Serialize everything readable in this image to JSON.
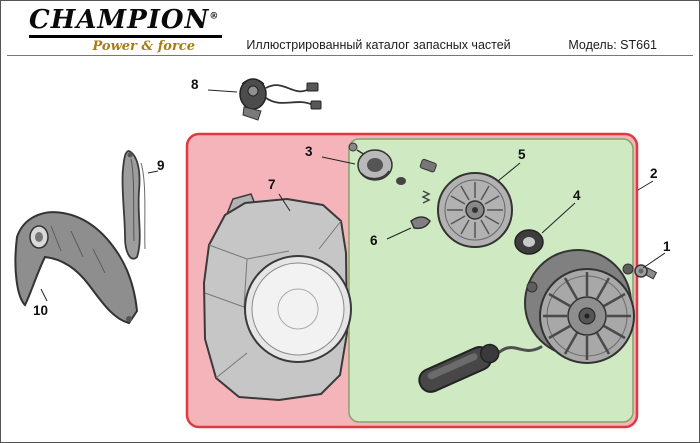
{
  "header": {
    "brand": "CHAMPION",
    "reg_mark": "®",
    "tagline": "Power & force",
    "title": "Иллюстрированный каталог запасных частей",
    "model": "Модель: ST661"
  },
  "diagram": {
    "callouts": [
      "1",
      "2",
      "3",
      "4",
      "5",
      "6",
      "7",
      "8",
      "9",
      "10"
    ],
    "colors": {
      "red_box_fill": "#f4b4b9",
      "red_box_border": "#e03a41",
      "green_box_fill": "#cfe9c2",
      "green_box_border": "#84a468",
      "brand_gold": "#a97c10"
    }
  }
}
